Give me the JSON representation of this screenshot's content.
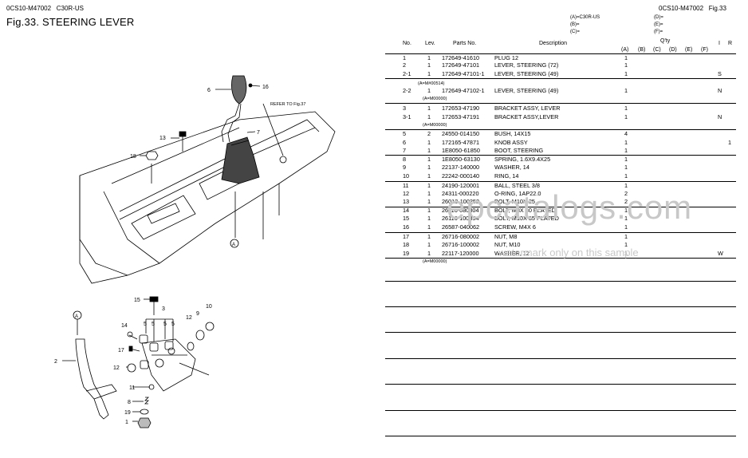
{
  "header": {
    "left_code": "0CS10-M47002",
    "model": "C30R-US",
    "right_code": "0CS10-M47002",
    "right_fig": "Fig.33",
    "fig_title": "Fig.33.  STEERING LEVER"
  },
  "models_legend": [
    "(A)=C30R-US",
    "(B)=",
    "(C)=",
    "(D)=",
    "(E)=",
    "(F)="
  ],
  "table": {
    "headers": {
      "no": "No.",
      "lev": "Lev.",
      "parts_no": "Parts No.",
      "description": "Description",
      "qty": "Q'ty",
      "i": "I",
      "r": "R",
      "cols": [
        "(A)",
        "(B)",
        "(C)",
        "(D)",
        "(E)",
        "(F)"
      ]
    },
    "rows": [
      {
        "no": "1",
        "lev": "1",
        "part": "172649-41610",
        "desc": "PLUG 12",
        "qty": "1",
        "i": "",
        "r": ""
      },
      {
        "no": "2",
        "lev": "1",
        "part": "172649-47101",
        "desc": "LEVER, STEERING (72)",
        "qty": "1",
        "i": "",
        "r": ""
      },
      {
        "no": "2-1",
        "lev": "1",
        "part": "172649-47101-1",
        "desc": "LEVER, STEERING (49)",
        "qty": "1",
        "i": "S",
        "r": ""
      },
      {
        "no": "2-2",
        "lev": "1",
        "part": "172649-47102-1",
        "desc": "LEVER, STEERING (49)",
        "qty": "1",
        "i": "N",
        "r": ""
      },
      {
        "no": "3",
        "lev": "1",
        "part": "172653-47190",
        "desc": "BRACKET ASSY, LEVER",
        "qty": "1",
        "i": "",
        "r": ""
      },
      {
        "no": "3-1",
        "lev": "1",
        "part": "172653-47191",
        "desc": "BRACKET ASSY,LEVER",
        "qty": "1",
        "i": "N",
        "r": ""
      },
      {
        "no": "5",
        "lev": "2",
        "part": "24550-014150",
        "desc": "BUSH, 14X15",
        "qty": "4",
        "i": "",
        "r": ""
      },
      {
        "no": "6",
        "lev": "1",
        "part": "172165-47871",
        "desc": "KNOB ASSY",
        "qty": "1",
        "i": "",
        "r": "1"
      },
      {
        "no": "7",
        "lev": "1",
        "part": "1E8050-61850",
        "desc": "BOOT, STEERING",
        "qty": "1",
        "i": "",
        "r": ""
      },
      {
        "no": "8",
        "lev": "1",
        "part": "1E8050-63130",
        "desc": "SPRING, 1.6X9.4X25",
        "qty": "1",
        "i": "",
        "r": ""
      },
      {
        "no": "9",
        "lev": "1",
        "part": "22137-140000",
        "desc": "WASHER, 14",
        "qty": "1",
        "i": "",
        "r": ""
      },
      {
        "no": "10",
        "lev": "1",
        "part": "22242-000140",
        "desc": "RING, 14",
        "qty": "1",
        "i": "",
        "r": ""
      },
      {
        "no": "11",
        "lev": "1",
        "part": "24190-120001",
        "desc": "BALL, STEEL 3/8",
        "qty": "1",
        "i": "",
        "r": ""
      },
      {
        "no": "12",
        "lev": "1",
        "part": "24311-000220",
        "desc": "O-RING, 1AP22.0",
        "qty": "2",
        "i": "",
        "r": ""
      },
      {
        "no": "13",
        "lev": "1",
        "part": "26013-100252",
        "desc": "BOLT, M10X 25",
        "qty": "2",
        "i": "",
        "r": ""
      },
      {
        "no": "14",
        "lev": "1",
        "part": "26116-080304",
        "desc": "BOLT, M8X 30 PLATED",
        "qty": "1",
        "i": "",
        "r": ""
      },
      {
        "no": "15",
        "lev": "1",
        "part": "26116-100354",
        "desc": "BOLT, M10X 35 PLATED",
        "qty": "1",
        "i": "",
        "r": ""
      },
      {
        "no": "16",
        "lev": "1",
        "part": "26587-040062",
        "desc": "SCREW, M4X 6",
        "qty": "1",
        "i": "",
        "r": ""
      },
      {
        "no": "17",
        "lev": "1",
        "part": "26716-080002",
        "desc": "NUT, M8",
        "qty": "1",
        "i": "",
        "r": ""
      },
      {
        "no": "18",
        "lev": "1",
        "part": "26716-100002",
        "desc": "NUT, M10",
        "qty": "1",
        "i": "",
        "r": ""
      },
      {
        "no": "19",
        "lev": "1",
        "part": "22117-120000",
        "desc": "WASHER, 12",
        "qty": "1",
        "i": "W",
        "r": ""
      }
    ],
    "notes": {
      "serial_2_2": "(A=M#00514)",
      "serial_2_2b": "(A=M00000)",
      "serial_3_1": "(A=M00000)",
      "serial_19": "(A=M00000)"
    }
  },
  "diagram": {
    "refer_text": "REFER TO Fig.37",
    "callout_a": "A",
    "callouts": [
      "1",
      "2",
      "3",
      "5",
      "5",
      "5",
      "5",
      "6",
      "7",
      "8",
      "9",
      "10",
      "11",
      "12",
      "12",
      "13",
      "14",
      "15",
      "16",
      "17",
      "18",
      "19"
    ]
  },
  "watermark": {
    "main": "epcatalogs.com",
    "sub": "watermark only on this sample"
  }
}
